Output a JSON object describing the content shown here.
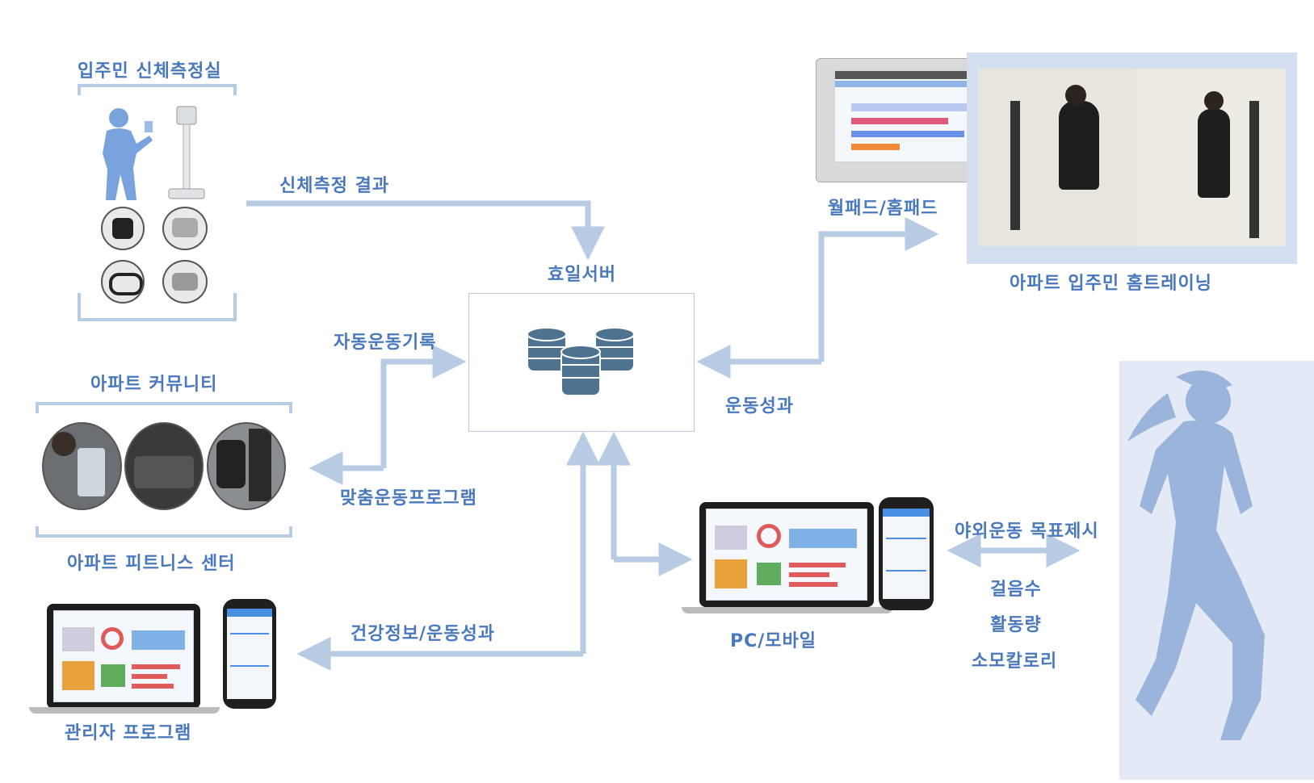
{
  "labels": {
    "body_room": "입주민 신체측정실",
    "body_result": "신체측정 결과",
    "server": "효일서버",
    "auto_record": "자동운동기록",
    "community": "아파트 커뮤니티",
    "custom_program": "맞춤운동프로그램",
    "fitness_center": "아파트 피트니스 센터",
    "health_info": "건강정보/운동성과",
    "admin_program": "관리자 프로그램",
    "wallpad": "월패드/홈패드",
    "home_training": "아파트 입주민 홈트레이닝",
    "exercise_result": "운동성과",
    "pc_mobile": "PC/모바일",
    "outdoor_goal": "야외운동 목표제시",
    "steps": "걸음수",
    "activity": "활동량",
    "calories": "소모칼로리"
  },
  "colors": {
    "label": "#4a78bd",
    "arrow": "#b7cbe3",
    "server_icon": "#4e7390",
    "frame": "#d3def0"
  },
  "icons": {
    "server": "database-stack-icon",
    "person": "person-silhouette-icon",
    "runner": "runner-silhouette-icon"
  }
}
